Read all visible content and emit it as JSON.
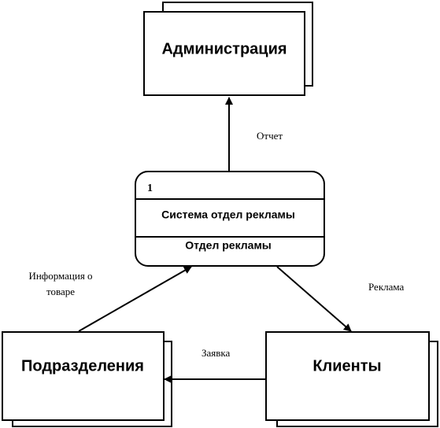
{
  "entities": {
    "admin": "Администрация",
    "departments": "Подразделения",
    "clients": "Клиенты"
  },
  "process": {
    "number": "1",
    "name": "Система отдел рекламы",
    "owner": "Отдел рекламы"
  },
  "flows": {
    "report": "Отчет",
    "product_info_line1": "Информация о",
    "product_info_line2": "товаре",
    "advertising": "Реклама",
    "request": "Заявка"
  },
  "colors": {
    "stroke": "#000000",
    "fill": "#ffffff"
  }
}
